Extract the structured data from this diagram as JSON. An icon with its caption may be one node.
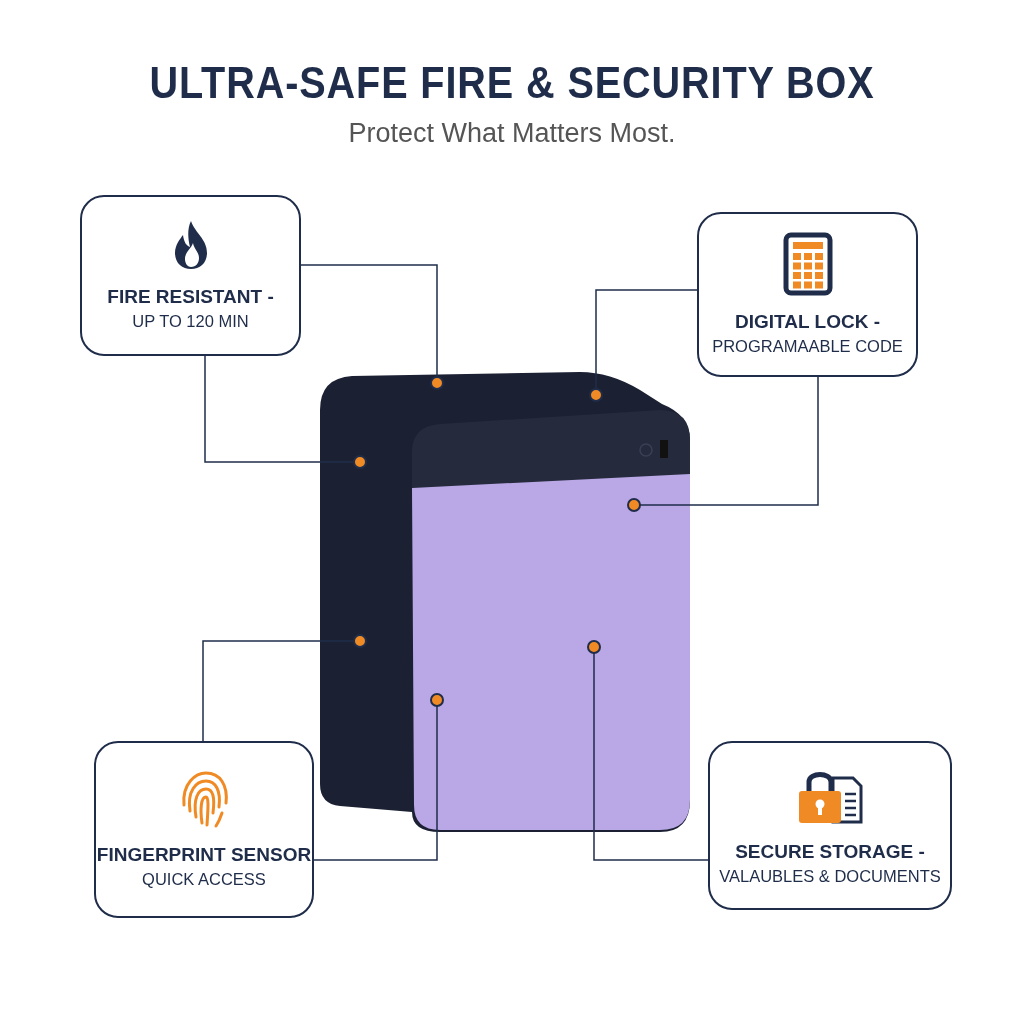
{
  "diagram": {
    "title": "ULTRA-SAFE FIRE & SECURITY BOX",
    "nodes": [
      {
        "text": [
          "FIRE RESISTANT -",
          "UP TO 120 MIN"
        ]
      },
      {
        "text": [
          "DIGITAL LOCK -",
          "PROGRAMAABLE CODE"
        ]
      },
      {
        "text": [],
        "shape": "picture"
      },
      {
        "text": [
          "FINGERPRINT SENSOR",
          "QUICK ACCESS"
        ]
      },
      {
        "text": [
          "SECURE STORAGE -",
          "VALAUBLES & DOCUMENTS"
        ]
      }
    ],
    "edges": [
      {
        "from": 0,
        "to": 2,
        "arrow": "other"
      },
      {
        "from": 0,
        "to": 2,
        "arrow": "other"
      },
      {
        "from": 1,
        "to": 2,
        "arrow": "other"
      },
      {
        "from": 1,
        "to": 2,
        "arrow": "other"
      },
      {
        "from": 3,
        "to": 2,
        "arrow": "other"
      },
      {
        "from": 3,
        "to": 2,
        "arrow": "other"
      },
      {
        "from": 4,
        "to": 2,
        "arrow": "other"
      }
    ],
    "labels": [
      "Protect What Matters Most."
    ]
  }
}
